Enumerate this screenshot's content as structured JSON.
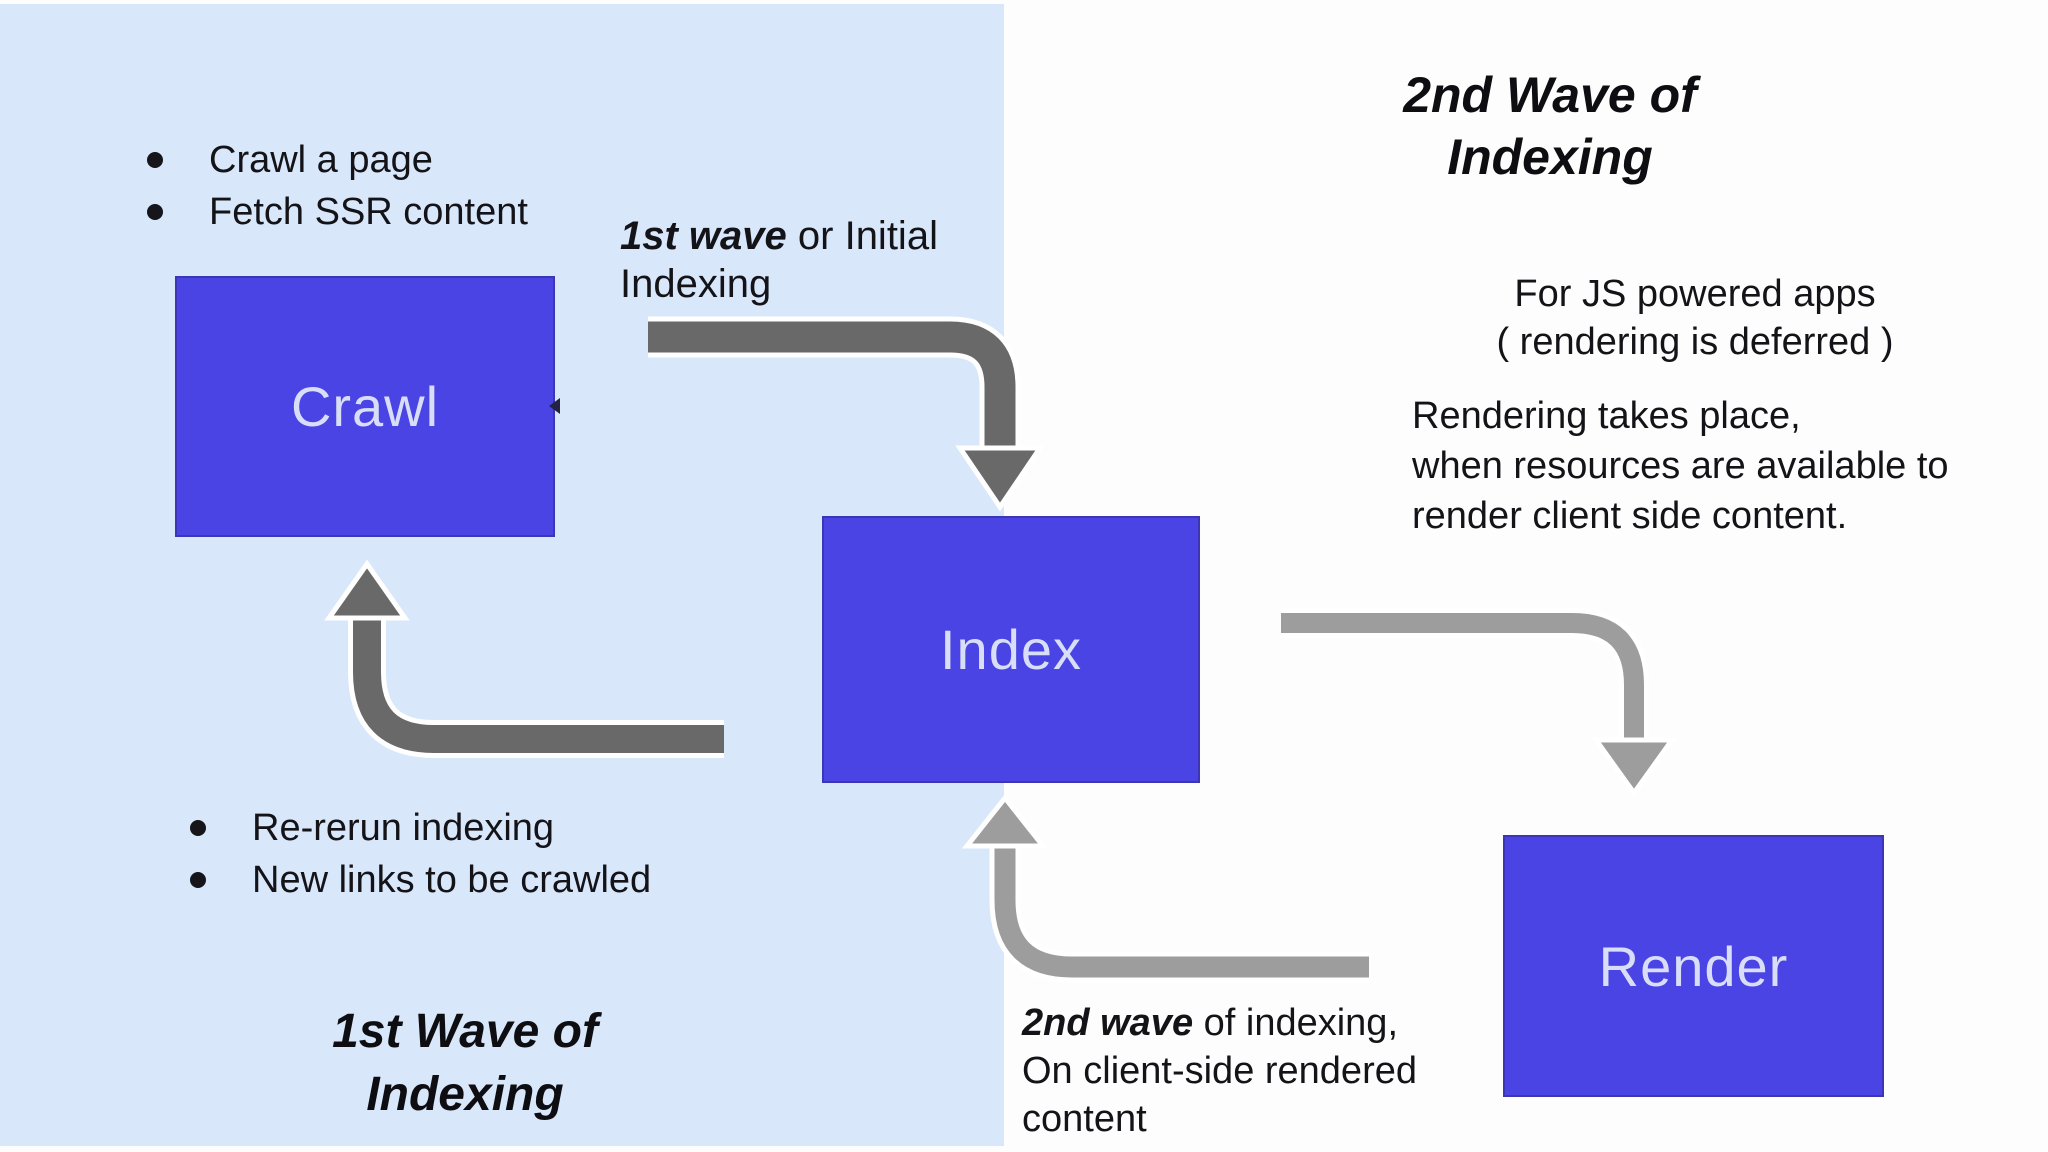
{
  "colors": {
    "left_panel": "#d9e7fb",
    "right_background": "#fdfdfd",
    "node_fill": "#4b44e4",
    "node_border": "#3c35b5",
    "node_text": "#d8def8",
    "arrow_dark": "#696969",
    "arrow_light": "#9d9d9d",
    "text": "#131318"
  },
  "nodes": {
    "crawl": "Crawl",
    "index": "Index",
    "render": "Render"
  },
  "bullet_lists": {
    "crawl_inputs": [
      "Crawl a page",
      "Fetch SSR content"
    ],
    "reindex": [
      "Re-rerun indexing",
      "New links to be crawled"
    ]
  },
  "headings": {
    "second_wave": {
      "line1": "2nd Wave of",
      "line2": "Indexing"
    },
    "first_wave": {
      "line1": "1st Wave of",
      "line2": "Indexing"
    }
  },
  "annotations": {
    "first_wave_arrow": {
      "bold": "1st wave",
      "rest": " or Initial",
      "line2": "Indexing"
    },
    "second_wave_arrow": {
      "bold": "2nd wave",
      "rest": " of indexing,",
      "line2": "On client-side rendered",
      "line3": "content"
    },
    "js_apps": {
      "line1": "For JS powered apps",
      "line2": "( rendering is deferred )"
    },
    "render_note": "Rendering takes place,\nwhen resources are available to\nrender client side content."
  }
}
